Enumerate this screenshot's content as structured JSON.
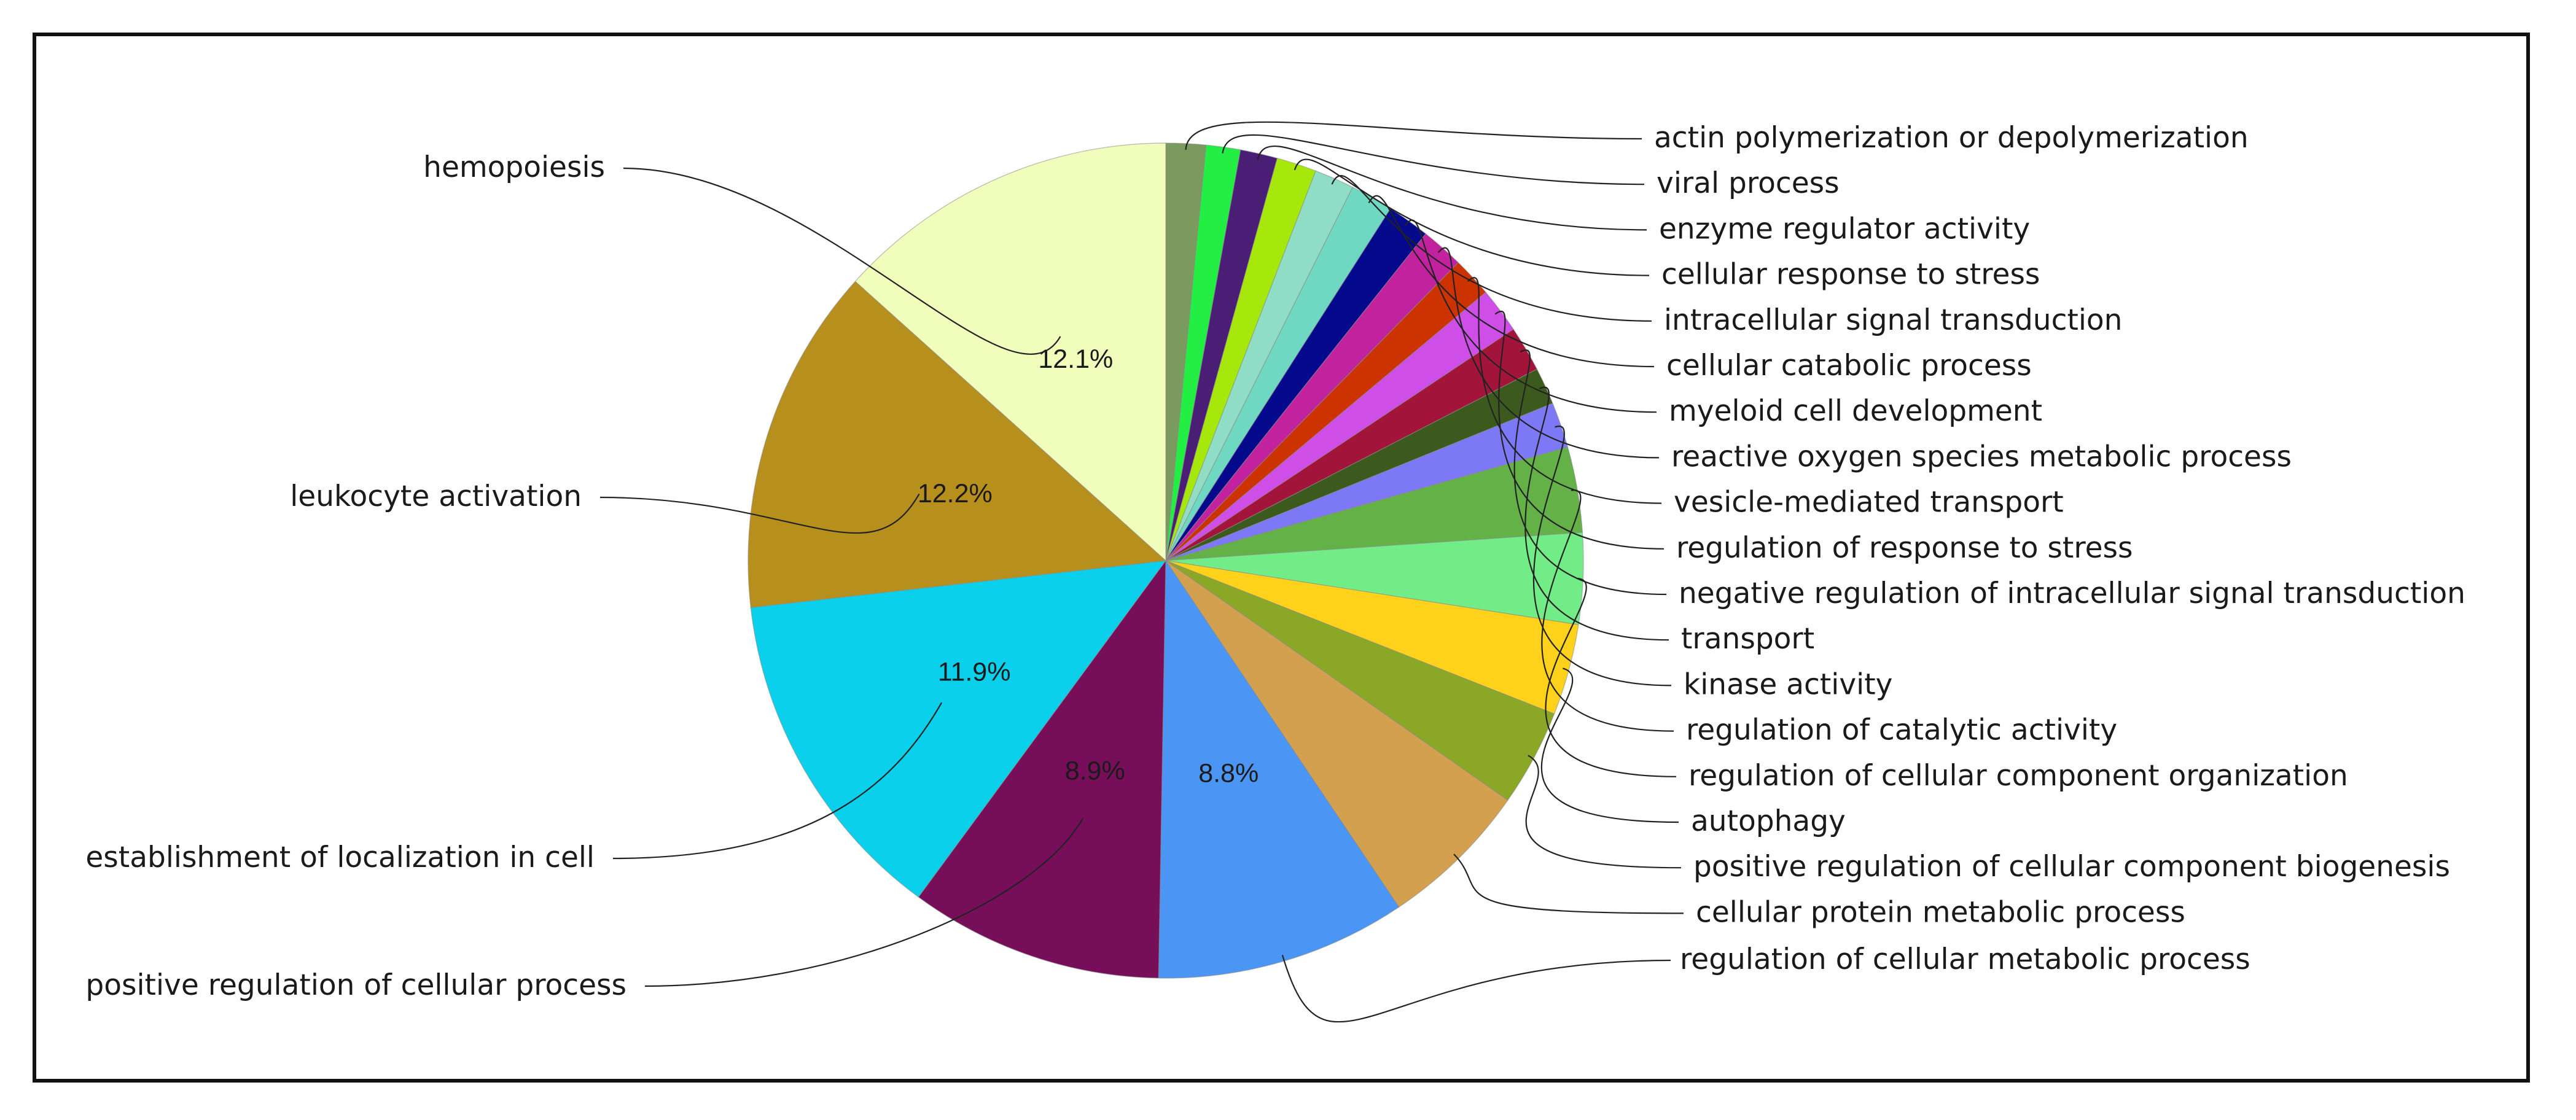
{
  "chart_data": {
    "type": "pie",
    "title": "",
    "slices": [
      {
        "label": "actin polymerization or depolymerization",
        "value": 1.4,
        "color": "#7b9a5e"
      },
      {
        "label": "viral process",
        "value": 1.2,
        "color": "#22ee44"
      },
      {
        "label": "enzyme regulator activity",
        "value": 1.3,
        "color": "#4a1e74"
      },
      {
        "label": "cellular response to stress",
        "value": 1.4,
        "color": "#a6e80c"
      },
      {
        "label": "intracellular signal transduction",
        "value": 1.4,
        "color": "#90ddc6"
      },
      {
        "label": "cellular catabolic process",
        "value": 1.5,
        "color": "#6fd8c2"
      },
      {
        "label": "myeloid cell development",
        "value": 1.5,
        "color": "#050a8c"
      },
      {
        "label": "reactive oxygen species metabolic process",
        "value": 1.5,
        "color": "#c3229f"
      },
      {
        "label": "vesicle-mediated transport",
        "value": 1.4,
        "color": "#cc3300"
      },
      {
        "label": "regulation of response to stress",
        "value": 1.6,
        "color": "#cf4ee8"
      },
      {
        "label": "negative regulation of intracellular signal transduction",
        "value": 1.6,
        "color": "#a3143a"
      },
      {
        "label": "transport",
        "value": 1.3,
        "color": "#3c5a1e"
      },
      {
        "label": "kinase activity",
        "value": 1.6,
        "color": "#7d78f5"
      },
      {
        "label": "regulation of catalytic activity",
        "value": 3.0,
        "color": "#64b148"
      },
      {
        "label": "regulation of cellular component organization",
        "value": 3.2,
        "color": "#72ec86"
      },
      {
        "label": "autophagy",
        "value": 3.2,
        "color": "#fed21a"
      },
      {
        "label": "positive regulation of cellular component biogenesis",
        "value": 3.4,
        "color": "#8aa826"
      },
      {
        "label": "cellular protein metabolic process",
        "value": 5.3,
        "color": "#d3a050"
      },
      {
        "label": "regulation of cellular metabolic process",
        "value": 8.8,
        "display": "8.8%",
        "color": "#4b96f5"
      },
      {
        "label": "positive regulation of cellular process",
        "value": 8.9,
        "display": "8.9%",
        "color": "#770e5a"
      },
      {
        "label": "establishment of localization in cell",
        "value": 11.9,
        "display": "11.9%",
        "color": "#0bd0eb"
      },
      {
        "label": "leukocyte activation",
        "value": 12.2,
        "display": "12.2%",
        "color": "#b78f1c"
      },
      {
        "label": "hemopoiesis",
        "value": 12.1,
        "display": "12.1%",
        "color": "#f0fdbb"
      }
    ]
  }
}
